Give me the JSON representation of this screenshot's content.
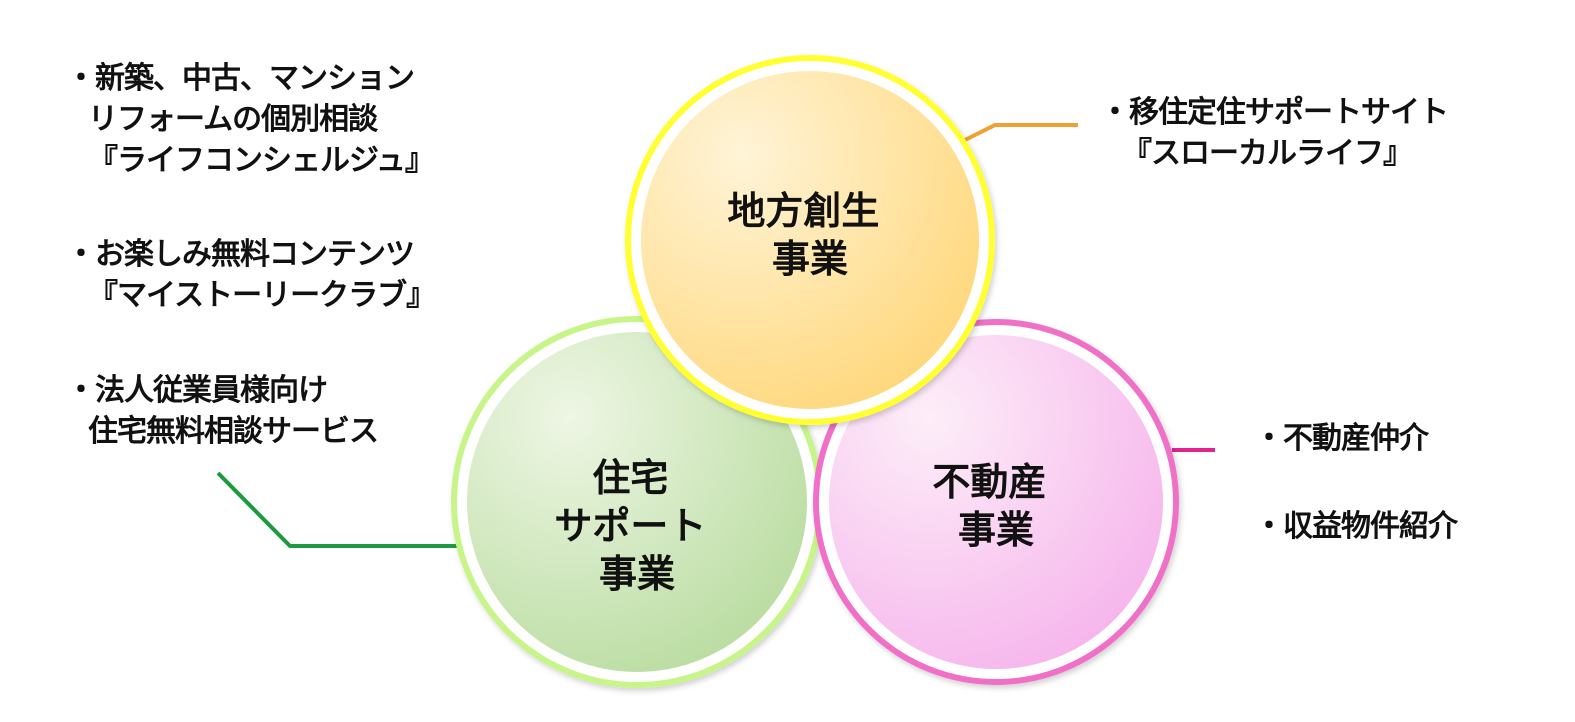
{
  "colors": {
    "local_ring": "#ffff33",
    "local_fill_from": "#fff4d8",
    "local_fill_to": "#ffd77a",
    "local_connector": "#f0a030",
    "housing_ring": "#c8f58a",
    "housing_fill_from": "#eef6e4",
    "housing_fill_to": "#b9dca0",
    "housing_connector": "#1e9a3e",
    "realestate_ring": "#f070c8",
    "realestate_fill_from": "#fdeef8",
    "realestate_fill_to": "#f6b4ec",
    "realestate_connector": "#e0238e"
  },
  "circles": {
    "local": {
      "lines": [
        "地方創生",
        "事業"
      ]
    },
    "housing": {
      "lines": [
        "住宅",
        "サポート",
        "事業"
      ]
    },
    "realestate": {
      "lines": [
        "不動産",
        "事業"
      ]
    }
  },
  "left_notes": {
    "consult": [
      "・新築、中古、マンション",
      "リフォームの個別相談",
      "『ライフコンシェルジュ』"
    ],
    "contents": [
      "・お楽しみ無料コンテンツ",
      "『マイストーリークラブ』"
    ],
    "corporate": [
      "・法人従業員様向け",
      "住宅無料相談サービス"
    ]
  },
  "right_notes": {
    "local": [
      "・移住定住サポートサイト",
      "『スローカルライフ』"
    ],
    "realestate_brokerage": "・不動産仲介",
    "realestate_income": "・収益物件紹介"
  }
}
